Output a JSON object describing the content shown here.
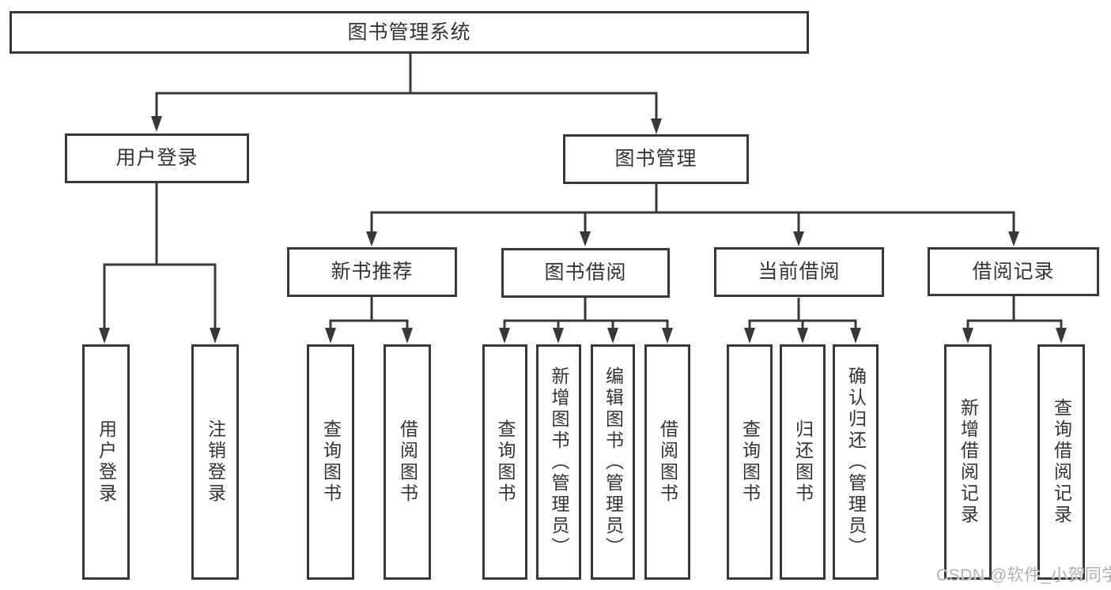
{
  "tree": {
    "root": {
      "label": "图书管理系统"
    },
    "branches": [
      {
        "label": "用户登录",
        "children": [
          {
            "label": "用户登录"
          },
          {
            "label": "注销登录"
          }
        ]
      },
      {
        "label": "图书管理",
        "children": [
          {
            "label": "新书推荐",
            "children": [
              {
                "label": "查询图书"
              },
              {
                "label": "借阅图书"
              }
            ]
          },
          {
            "label": "图书借阅",
            "children": [
              {
                "label": "查询图书"
              },
              {
                "label": "新增图书（管理员）"
              },
              {
                "label": "编辑图书（管理员）"
              },
              {
                "label": "借阅图书"
              }
            ]
          },
          {
            "label": "当前借阅",
            "children": [
              {
                "label": "查询图书"
              },
              {
                "label": "归还图书"
              },
              {
                "label": "确认归还（管理员）"
              }
            ]
          },
          {
            "label": "借阅记录",
            "children": [
              {
                "label": "新增借阅记录"
              },
              {
                "label": "查询借阅记录"
              }
            ]
          }
        ]
      }
    ]
  },
  "watermark": {
    "text": "CSDN @软件_小贺同学"
  },
  "colors": {
    "line": "#383838",
    "text": "#333333",
    "watermark": "#b0b0b0",
    "background": "#ffffff"
  }
}
